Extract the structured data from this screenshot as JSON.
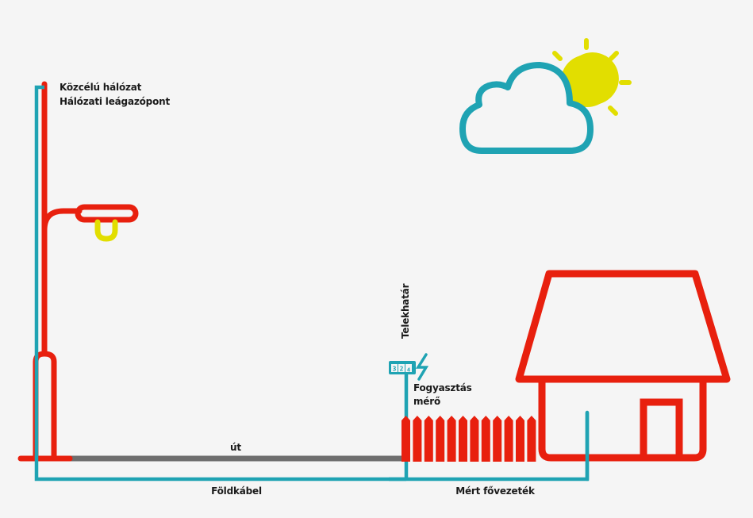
{
  "colors": {
    "background": "#f5f5f5",
    "red": "#e8200e",
    "teal": "#1fa3b3",
    "yellow": "#e2de00",
    "gray": "#6e6e6e",
    "text": "#1a1a1a"
  },
  "labels": {
    "public_network": "Közcélú hálózat",
    "branch_point": "Hálózati leágazópont",
    "road": "út",
    "ground_cable": "Földkábel",
    "property_line": "Telekhatár",
    "meter_line1": "Fogyasztás",
    "meter_line2": "mérő",
    "metered_main": "Mért fővezeték"
  },
  "meter": {
    "digits": [
      "3",
      "2",
      "4"
    ]
  },
  "icons": {
    "weather": "cloud-sun-icon",
    "lamp": "street-lamp-icon",
    "house": "house-icon",
    "fence": "fence-icon",
    "meter": "electricity-meter-icon",
    "lightning": "lightning-bolt-icon"
  }
}
